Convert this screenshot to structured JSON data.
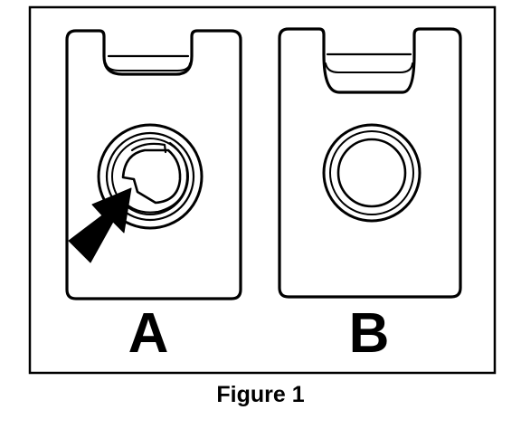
{
  "figure": {
    "caption": "Figure 1",
    "parts": [
      {
        "label": "A"
      },
      {
        "label": "B"
      }
    ],
    "stroke_color": "#000000",
    "background_color": "#ffffff"
  }
}
